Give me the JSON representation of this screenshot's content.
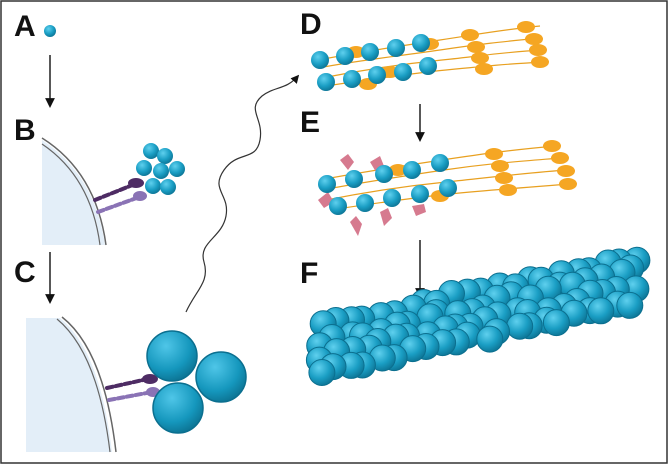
{
  "panels": {
    "A": "A",
    "B": "B",
    "C": "C",
    "D": "D",
    "E": "E",
    "F": "F"
  },
  "colors": {
    "sphere": "#1a9ec4",
    "sphere_dark": "#0b6f8f",
    "cell": "#e3eef8",
    "cell_border": "#666666",
    "fibril": "#f5a623",
    "receptor_dark": "#4e2c64",
    "receptor_light": "#8a73b5",
    "pink_particle": "#d67a8f",
    "arrow": "#111111"
  },
  "icons": {
    "monomer": "sphere-icon",
    "arrow": "arrow-down-icon"
  }
}
